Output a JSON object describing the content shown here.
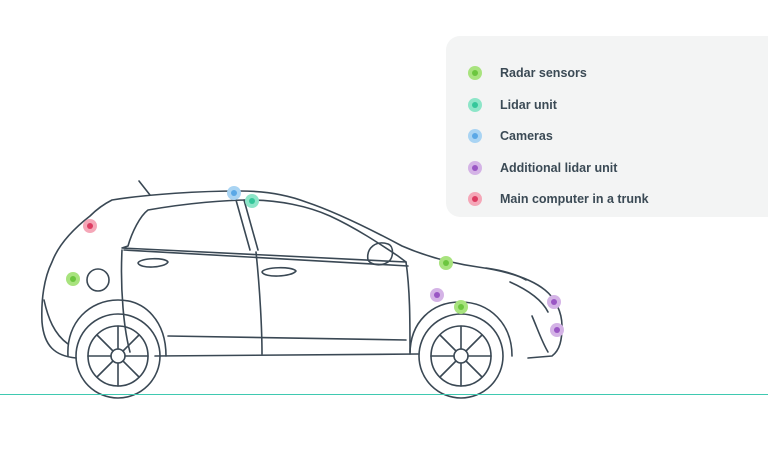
{
  "legend": {
    "items": [
      {
        "key": "radar",
        "label": "Radar sensors",
        "color": "#a8e37e",
        "core": "#6cc63f"
      },
      {
        "key": "lidar",
        "label": "Lidar unit",
        "color": "#8de5c8",
        "core": "#34c79b"
      },
      {
        "key": "cameras",
        "label": "Cameras",
        "color": "#a9d4f3",
        "core": "#5aa8e6"
      },
      {
        "key": "extra_lidar",
        "label": "Additional lidar unit",
        "color": "#d4b3e6",
        "core": "#9a57c4"
      },
      {
        "key": "computer",
        "label": "Main computer in a trunk",
        "color": "#f5a7b8",
        "core": "#dd3c62"
      }
    ]
  },
  "car_markers": [
    {
      "name": "marker-cameras-roof",
      "type": "cameras"
    },
    {
      "name": "marker-lidar-roof",
      "type": "lidar"
    },
    {
      "name": "marker-computer-trunk",
      "type": "computer"
    },
    {
      "name": "marker-radar-rear",
      "type": "radar"
    },
    {
      "name": "marker-radar-hood",
      "type": "radar"
    },
    {
      "name": "marker-extra-lidar-front-wheel",
      "type": "extra_lidar"
    },
    {
      "name": "marker-radar-front-wheel",
      "type": "radar"
    },
    {
      "name": "marker-extra-lidar-front-upper",
      "type": "extra_lidar"
    },
    {
      "name": "marker-extra-lidar-front-lower",
      "type": "extra_lidar"
    }
  ],
  "colors": {
    "outline": "#3a4854",
    "ground": "#3fc9b1",
    "legend_bg": "#f3f4f4"
  }
}
